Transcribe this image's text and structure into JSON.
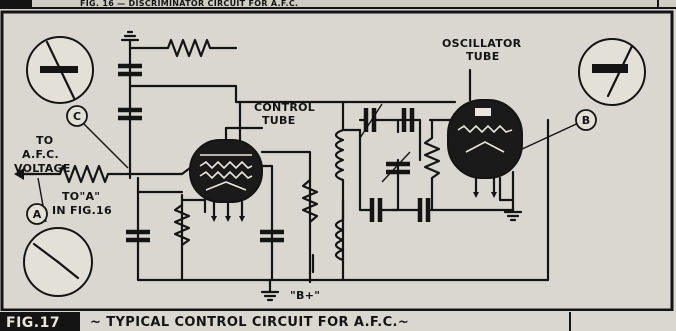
{
  "header": {
    "partial_text": "FIG. 16 — DISCRIMINATOR CIRCUIT FOR A.F.C."
  },
  "labels": {
    "to_afc": "TO",
    "afc_voltage_1": "A.F.C.",
    "afc_voltage_2": "VOLTAGE",
    "to_a_1": "TO\"A\"",
    "to_a_2": "IN FIG.16",
    "control_tube_1": "CONTROL",
    "control_tube_2": "TUBE",
    "oscillator_tube_1": "OSCILLATOR",
    "oscillator_tube_2": "TUBE",
    "b_plus": "\"B+\""
  },
  "meters": {
    "a": "A",
    "b": "B",
    "c": "C"
  },
  "footer": {
    "fig_tag": "FIG.17",
    "caption": "~ TYPICAL CONTROL CIRCUIT FOR A.F.C.~"
  },
  "colors": {
    "ink": "#141414",
    "paper": "#d9d7d0",
    "tag_bg": "#141414",
    "tag_fg": "#e9e6de"
  }
}
